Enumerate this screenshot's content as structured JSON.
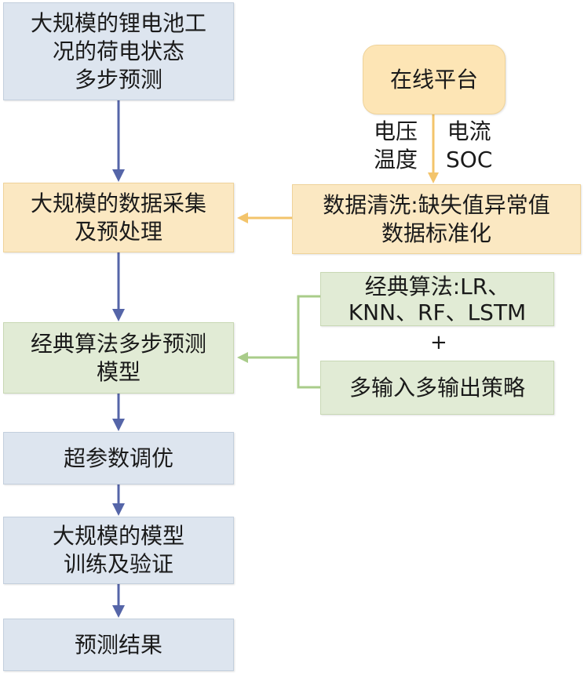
{
  "left_flow": {
    "step1": [
      "大规模的锂电池工",
      "况的荷电状态",
      "多步预测"
    ],
    "step2": [
      "大规模的数据采集",
      "及预处理"
    ],
    "step3": [
      "经典算法多步预测",
      "模型"
    ],
    "step4": [
      "超参数调优"
    ],
    "step5": [
      "大规模的模型",
      "训练及验证"
    ],
    "step6": [
      "预测结果"
    ]
  },
  "right_flow": {
    "platform": "在线平台",
    "inputs_left": [
      "电压",
      "温度"
    ],
    "inputs_right": [
      "电流",
      "SOC"
    ],
    "cleaning": [
      "数据清洗:缺失值异常值",
      "数据标准化"
    ],
    "algorithms": [
      "经典算法:LR、",
      "KNN、RF、LSTM"
    ],
    "plus": "+",
    "strategy": "多输入多输出策略"
  },
  "colors": {
    "blue_fill": "#dde5ef",
    "orange_fill": "#fbe8c2",
    "green_fill": "#e1ebd5",
    "blue_arrow": "#5565a8",
    "orange_arrow": "#f3c46b",
    "green_arrow": "#a9cc8a"
  }
}
